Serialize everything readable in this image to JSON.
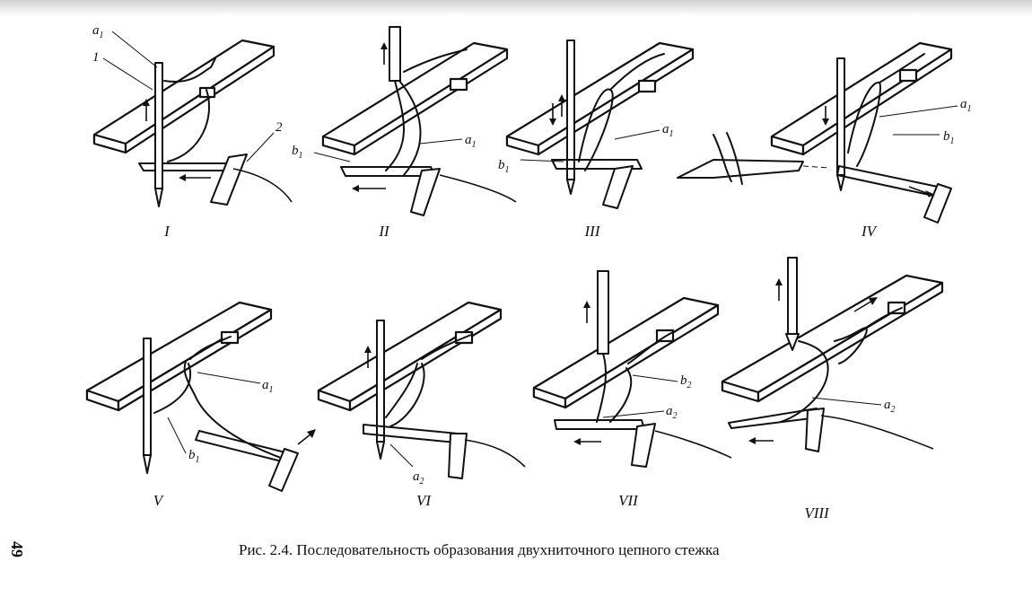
{
  "caption": "Рис. 2.4. Последовательность образования двухниточного цепного стежка",
  "page_number": "49",
  "figures": [
    {
      "numeral": "I",
      "labels": [
        {
          "t": "a",
          "s": "1"
        },
        {
          "t": "1",
          "s": ""
        },
        {
          "t": "2",
          "s": ""
        }
      ]
    },
    {
      "numeral": "II",
      "labels": [
        {
          "t": "b",
          "s": "1"
        },
        {
          "t": "a",
          "s": "1"
        }
      ]
    },
    {
      "numeral": "III",
      "labels": [
        {
          "t": "b",
          "s": "1"
        },
        {
          "t": "a",
          "s": "1"
        }
      ]
    },
    {
      "numeral": "IV",
      "labels": [
        {
          "t": "a",
          "s": "1"
        },
        {
          "t": "b",
          "s": "1"
        }
      ]
    },
    {
      "numeral": "V",
      "labels": [
        {
          "t": "a",
          "s": "1"
        },
        {
          "t": "b",
          "s": "1"
        }
      ]
    },
    {
      "numeral": "VI",
      "labels": [
        {
          "t": "a",
          "s": "2"
        }
      ]
    },
    {
      "numeral": "VII",
      "labels": [
        {
          "t": "b",
          "s": "2"
        },
        {
          "t": "a",
          "s": "2"
        }
      ]
    },
    {
      "numeral": "VIII",
      "labels": [
        {
          "t": "a",
          "s": "2"
        }
      ]
    }
  ]
}
